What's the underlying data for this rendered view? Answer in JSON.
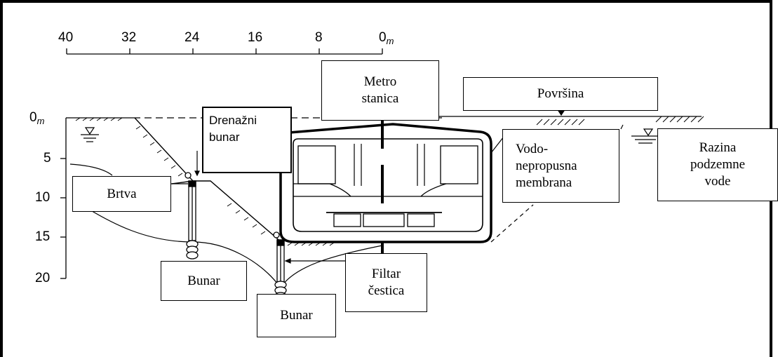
{
  "scale_top": {
    "ticks": [
      "40",
      "32",
      "24",
      "16",
      "8",
      "0"
    ],
    "unit": "m"
  },
  "scale_left": {
    "ticks": [
      "0",
      "5",
      "10",
      "15",
      "20"
    ],
    "unit": "m"
  },
  "labels": {
    "metro_station": [
      "Metro",
      "stanica"
    ],
    "surface": "Površina",
    "drainage_well": [
      "Drenažni",
      "bunar"
    ],
    "waterproof_membrane": [
      "Vodo-",
      "nepropusna",
      "membrana"
    ],
    "groundwater_level": [
      "Razina",
      "podzemne",
      "vode"
    ],
    "seal": "Brtva",
    "well_left": "Bunar",
    "well_right": "Bunar",
    "particle_filter": [
      "Filtar",
      "čestica"
    ]
  }
}
